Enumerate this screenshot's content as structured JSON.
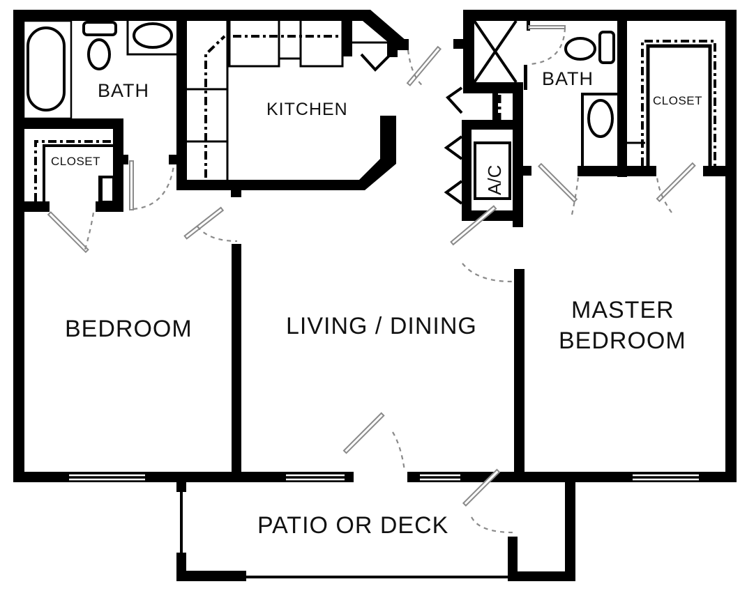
{
  "plan": {
    "type": "two-bedroom apartment floor plan",
    "colors": {
      "wall": "#000000",
      "door": "#8a8a8a",
      "background": "#ffffff"
    },
    "rooms": {
      "bath_left": "BATH",
      "closet_left": "CLOSET",
      "kitchen": "KITCHEN",
      "bath_right": "BATH",
      "closet_right": "CLOSET",
      "ac": "A/C",
      "bedroom": "BEDROOM",
      "living": "LIVING / DINING",
      "master_line1": "MASTER",
      "master_line2": "BEDROOM",
      "patio": "PATIO OR DECK"
    }
  }
}
